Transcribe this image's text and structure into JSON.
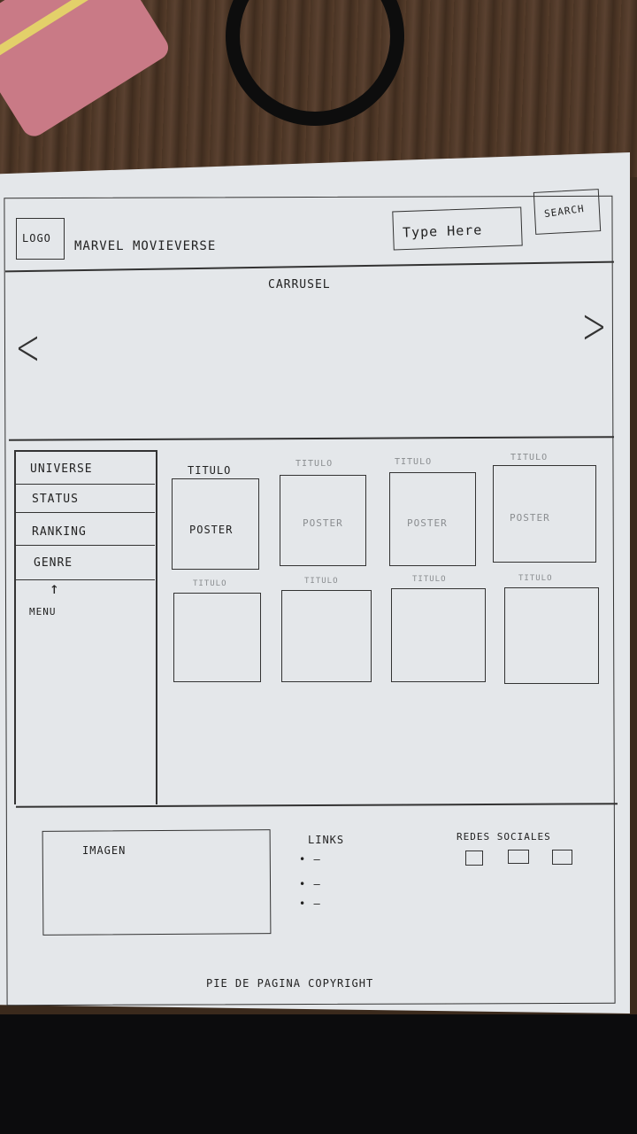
{
  "header": {
    "logo_label": "LOGO",
    "site_title": "MARVEL MOVIEVERSE",
    "search_placeholder": "Type Here",
    "search_button": "SEARCH"
  },
  "carousel": {
    "label": "CARRUSEL",
    "prev_glyph": "<",
    "next_glyph": ">"
  },
  "sidebar": {
    "items": [
      {
        "label": "UNIVERSE"
      },
      {
        "label": "STATUS"
      },
      {
        "label": "RANKING"
      },
      {
        "label": "GENRE"
      }
    ],
    "menu_note": "MENU"
  },
  "grid": {
    "row1": [
      {
        "title": "TITULO",
        "poster": "POSTER"
      },
      {
        "title": "TITULO",
        "poster": "POSTER"
      },
      {
        "title": "TITULO",
        "poster": "POSTER"
      },
      {
        "title": "TITULO",
        "poster": "POSTER"
      }
    ],
    "row2": [
      {
        "title": "TITULO"
      },
      {
        "title": "TITULO"
      },
      {
        "title": "TITULO"
      },
      {
        "title": "TITULO"
      }
    ]
  },
  "footer": {
    "image_label": "IMAGEN",
    "links_label": "LINKS",
    "socials_label": "REDES SOCIALES",
    "bottom_text": "PIE DE PAGINA COPYRIGHT"
  }
}
